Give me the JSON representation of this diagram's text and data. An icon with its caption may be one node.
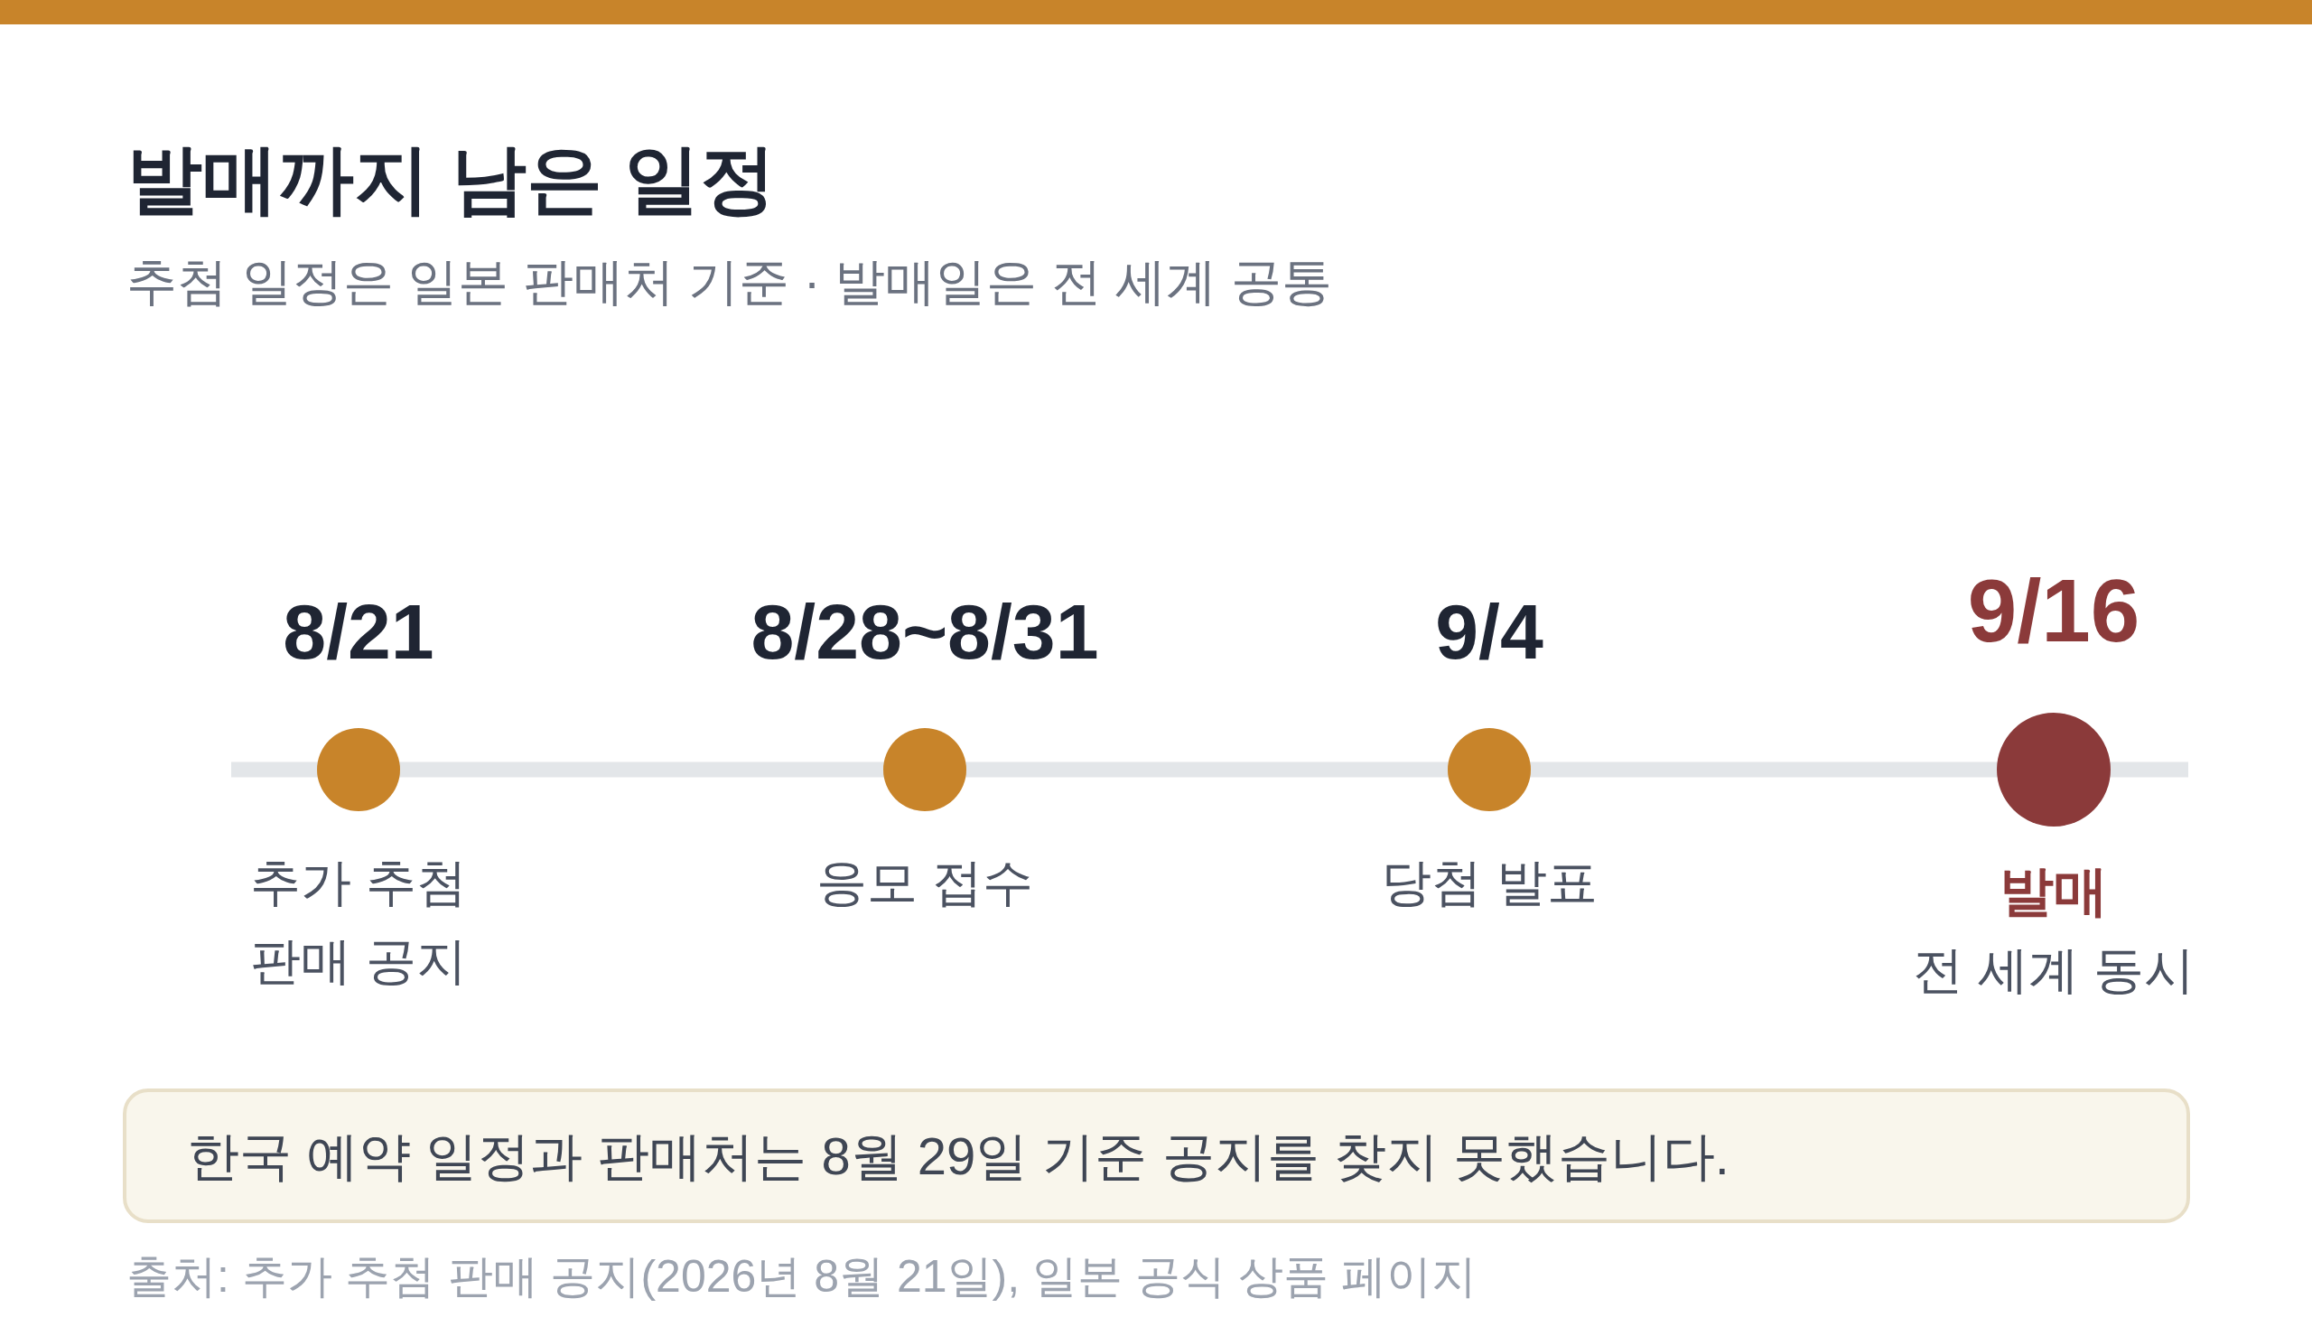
{
  "diagram": {
    "title": "발매까지 남은 일정",
    "caption": "출처: 추가 추첨 판매 공지(2026년 8월 21일), 일본 공식 상품 페이지",
    "nodes": [
      {
        "text": [],
        "shape": "circle",
        "beside": [
          "8/21",
          "추가 추첨 판매 공지"
        ]
      },
      {
        "text": [],
        "shape": "circle",
        "beside": [
          "8/28~8/31",
          "응모 접수"
        ]
      },
      {
        "text": [],
        "shape": "circle",
        "beside": [
          "9/4",
          "당첨 발표"
        ]
      },
      {
        "text": [],
        "shape": "circle",
        "beside": [
          "9/16",
          "발매",
          "전 세계 동시"
        ]
      },
      {
        "text": [
          "한국 예약 일정과 판매처는 8월 29일 기준 공지를 찾지 못했습니다."
        ]
      }
    ],
    "labels": [
      "추첨 일정은 일본 판매처 기준 · 발매일은 전 세계 공통"
    ]
  }
}
